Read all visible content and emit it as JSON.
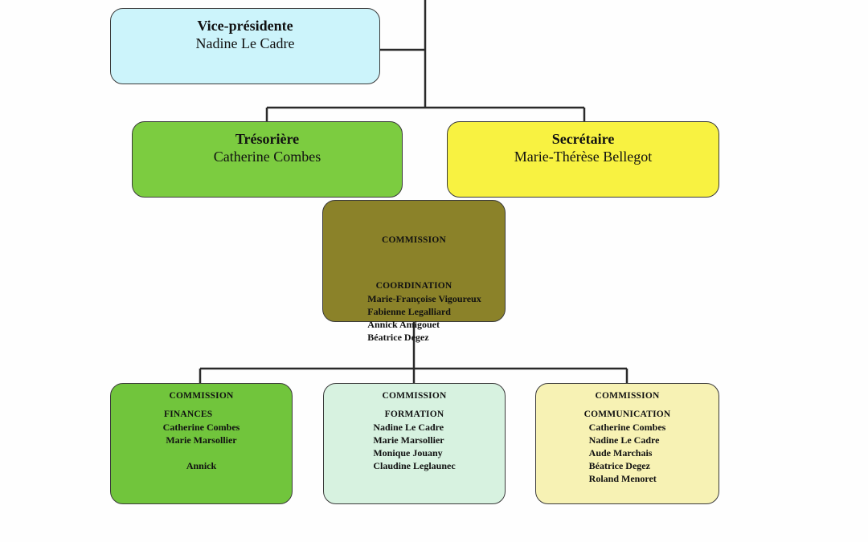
{
  "nodes": {
    "vice_presidente": {
      "title": "Vice-présidente",
      "name": "Nadine Le Cadre",
      "color": "#ccf4fb"
    },
    "tresoriere": {
      "title": "Trésorière",
      "name": "Catherine Combes",
      "color": "#7ccc40"
    },
    "secretaire": {
      "title": "Secrétaire",
      "name": "Marie-Thérèse Bellegot",
      "color": "#f8f241"
    },
    "commission_coordination": {
      "title_line1": "COMMISSION",
      "title_line2": "COORDINATION",
      "members": [
        "Marie-Françoise Vigoureux",
        "Fabienne Legalliard",
        "Annick Amigouet",
        "Béatrice Degez"
      ],
      "color": "#8b8229"
    },
    "commission_finances": {
      "title_line1": "COMMISSION",
      "title_line2": "FINANCES",
      "members": [
        "Catherine Combes",
        "Marie Marsollier",
        "Annick"
      ],
      "color": "#71c53c"
    },
    "commission_formation": {
      "title_line1": "COMMISSION",
      "title_line2": "FORMATION",
      "members": [
        "Nadine Le Cadre",
        "Marie Marsollier",
        "Monique Jouany",
        "Claudine Leglaunec"
      ],
      "color": "#d7f2e0"
    },
    "commission_communication": {
      "title_line1": "COMMISSION",
      "title_line2": "COMMUNICATION",
      "members": [
        "Catherine Combes",
        "Nadine Le Cadre",
        "Aude Marchais",
        "Béatrice Degez",
        "Roland Menoret"
      ],
      "color": "#f7f2b4"
    }
  }
}
